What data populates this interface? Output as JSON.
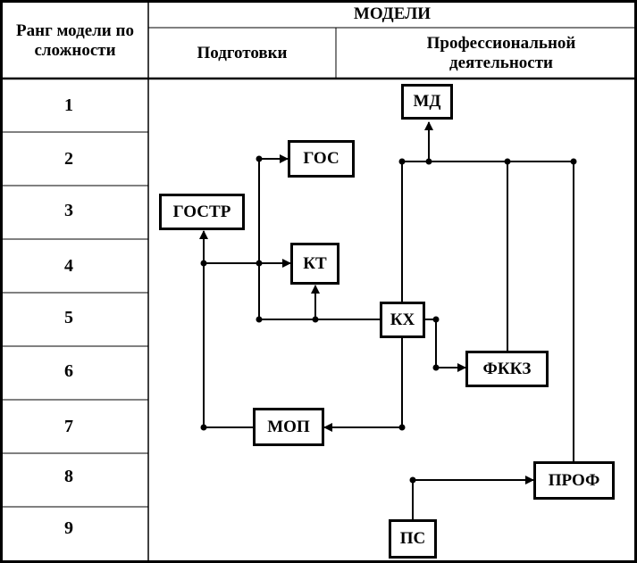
{
  "header": {
    "rank_title": "Ранг модели по сложности",
    "models_title": "МОДЕЛИ",
    "col_training": "Подготовки",
    "col_professional": "Профессиональной деятельности"
  },
  "ranks": [
    "1",
    "2",
    "3",
    "4",
    "5",
    "6",
    "7",
    "8",
    "9"
  ],
  "nodes": {
    "md": "МД",
    "gos": "ГОС",
    "gostr": "ГОСТР",
    "kt": "КТ",
    "kh": "КХ",
    "fkkz": "ФККЗ",
    "mop": "МОП",
    "prof": "ПРОФ",
    "ps": "ПС"
  }
}
